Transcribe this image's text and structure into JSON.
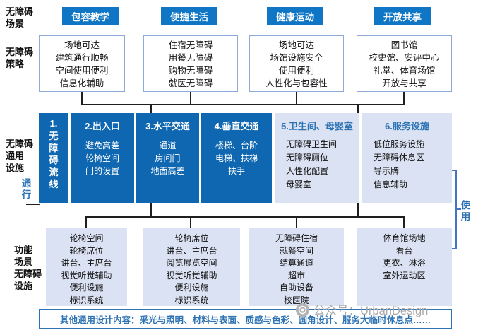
{
  "scenario_row": {
    "label": "无障碍\n场景",
    "buttons": [
      "包容教学",
      "便捷生活",
      "健康运动",
      "开放共享"
    ]
  },
  "strategy_row": {
    "label": "无障碍\n策略",
    "boxes": [
      {
        "lines": [
          "场地可达",
          "建筑通行顺畅",
          "空间使用便利",
          "信息化辅助"
        ]
      },
      {
        "lines": [
          "住宿无障碍",
          "用餐无障碍",
          "购物无障碍",
          "就医无障碍"
        ]
      },
      {
        "lines": [
          "场地可达",
          "场馆设施安全",
          "使用便利",
          "人性化与包容性"
        ]
      },
      {
        "lines": [
          "图书馆",
          "校史馆、安评中心",
          "礼堂、体育场馆",
          "开放与共享"
        ]
      }
    ]
  },
  "general_row": {
    "label": "无障碍\n通用\n设施",
    "circulation_label": "通行",
    "use_label": "使用",
    "columns": [
      {
        "num": "1.",
        "title": "无障碍流线",
        "items": [],
        "style": "dark"
      },
      {
        "title": "2.出入口",
        "items": [
          "避免高差",
          "轮椅空间",
          "门的设置"
        ],
        "style": "dark"
      },
      {
        "title": "3.水平交通",
        "items": [
          "通道",
          "房间门",
          "地面高差"
        ],
        "style": "dark"
      },
      {
        "title": "4.垂直交通",
        "items": [
          "楼梯、台阶",
          "电梯、扶梯",
          "扶手"
        ],
        "style": "dark"
      },
      {
        "title": "5.卫生间、母婴室",
        "items": [
          "无障碍卫生间",
          "无障碍厕位",
          "人性化配置",
          "母婴室"
        ],
        "style": "light"
      },
      {
        "title": "6.服务设施",
        "items": [
          "低位服务设施",
          "无障碍休息区",
          "导示牌",
          "信息辅助"
        ],
        "style": "light"
      }
    ]
  },
  "functional_row": {
    "label": "功能\n场景\n无障碍\n设施",
    "boxes": [
      {
        "lines": [
          "轮椅空间",
          "轮椅席位",
          "讲台、主席台",
          "视觉听觉辅助",
          "便利设施",
          "标识系统"
        ]
      },
      {
        "lines": [
          "轮椅席位",
          "讲台、主席台",
          "阅览展览空间",
          "视觉听觉辅助",
          "便利设施",
          "标识系统"
        ]
      },
      {
        "lines": [
          "无障碍住宿",
          "就餐空间",
          "结算通道",
          "超市",
          "自助设备",
          "校医院"
        ]
      },
      {
        "lines": [
          "体育馆场地",
          "看台",
          "更衣、淋浴",
          "室外运动区"
        ]
      }
    ]
  },
  "footer_bar": {
    "text": "其他通用设计内容：采光与照明、材料与表面、质感与色彩、圆角设计、服务大临时休息点……"
  },
  "watermark": {
    "icon": "camera-icon",
    "text": "公众号：UrbanDesign"
  },
  "colors": {
    "button_blue": "#0e76c5",
    "band_dark_blue": "#0f67b1",
    "band_light_lavender": "#dbe2f3",
    "heading_blue": "#2e74b5",
    "box_border_blue": "#8eaadb",
    "bracket_blue": "#4472c4",
    "connector_black": "#1f1f1f",
    "watermark_gray": "#a9a9a9"
  }
}
